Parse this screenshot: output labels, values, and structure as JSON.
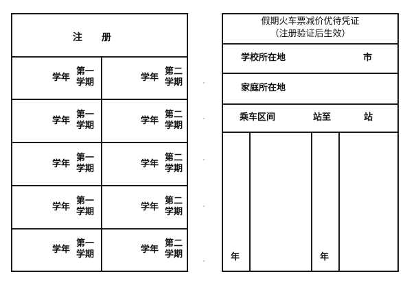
{
  "left": {
    "header": "注　　册",
    "rows": [
      {
        "year": "学年",
        "sem1": [
          "第一",
          "学期"
        ],
        "sem2": [
          "第二",
          "学期"
        ]
      },
      {
        "year": "学年",
        "sem1": [
          "第一",
          "学期"
        ],
        "sem2": [
          "第二",
          "学期"
        ]
      },
      {
        "year": "学年",
        "sem1": [
          "第一",
          "学期"
        ],
        "sem2": [
          "第二",
          "学期"
        ]
      },
      {
        "year": "学年",
        "sem1": [
          "第一",
          "学期"
        ],
        "sem2": [
          "第二",
          "学期"
        ]
      },
      {
        "year": "学年",
        "sem1": [
          "第一",
          "学期"
        ],
        "sem2": [
          "第二",
          "学期"
        ]
      }
    ]
  },
  "right": {
    "title_line1": "假期火车票减价优待凭证",
    "title_line2": "（注册验证后生效）",
    "school_label": "学校所在地",
    "school_suffix": "市",
    "home_label": "家庭所在地",
    "route_label": "乘车区间",
    "route_mid": "站至",
    "route_end": "站",
    "col_year_1": "年",
    "col_year_2": "年"
  }
}
